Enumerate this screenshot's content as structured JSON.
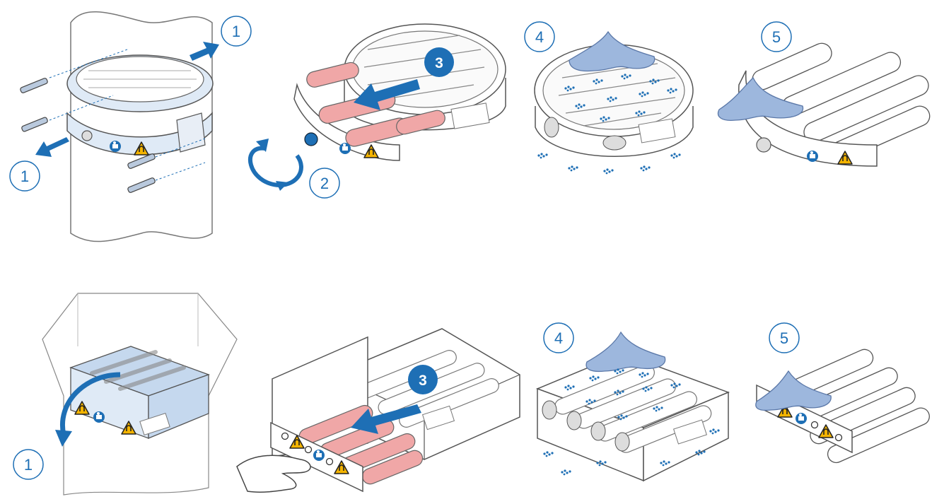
{
  "colors": {
    "blue": "#1e6fb5",
    "light_blue": "#c5d8ee",
    "cloth_blue": "#9db7dd",
    "pink": "#f0a7a7",
    "warning_yellow": "#f4b400",
    "outline": "#555555"
  },
  "icons": [
    "arrow-icon",
    "rotate-arrow-icon",
    "manual-icon",
    "magnet-warning-icon",
    "knob-icon",
    "cloth-icon",
    "particles-icon",
    "hand-icon"
  ],
  "top_row": {
    "step_a": "1",
    "step_b": "1",
    "step_2": "2",
    "step_3": "3",
    "step_4": "4",
    "step_5": "5"
  },
  "bottom_row": {
    "step_1": "1",
    "step_3": "3",
    "step_4": "4",
    "step_5": "5"
  }
}
